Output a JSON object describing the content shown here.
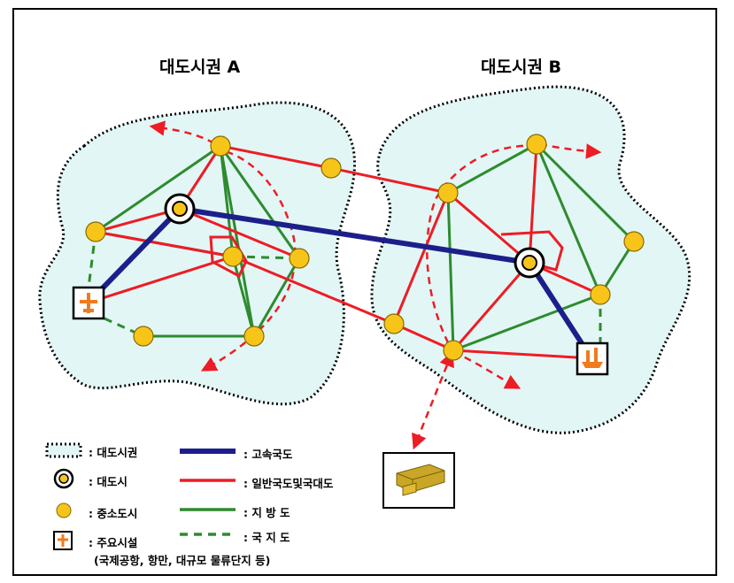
{
  "regions": {
    "a_title": "대도시권 A",
    "b_title": "대도시권 B"
  },
  "legend": {
    "metro_area": ": 대도시권",
    "metro_city": ": 대도시",
    "small_city": ": 중소도시",
    "facility": ": 주요시설",
    "facility_note": "(국제공항, 항만, 대규모 물류단지 등)",
    "expressway": ": 고속국도",
    "general_road": ": 일반국도및국대도",
    "local_road": ": 지 방 도",
    "national_support_road": ": 국 지 도"
  },
  "colors": {
    "metro_fill": "#e2f6f6",
    "expressway": "#1c1f8a",
    "general_road": "#ee1c24",
    "local_road": "#2e8b2e",
    "national_support_road": "#2e8b2e",
    "small_city_fill": "#f7c51a",
    "facility_icon": "#f07a1e"
  }
}
